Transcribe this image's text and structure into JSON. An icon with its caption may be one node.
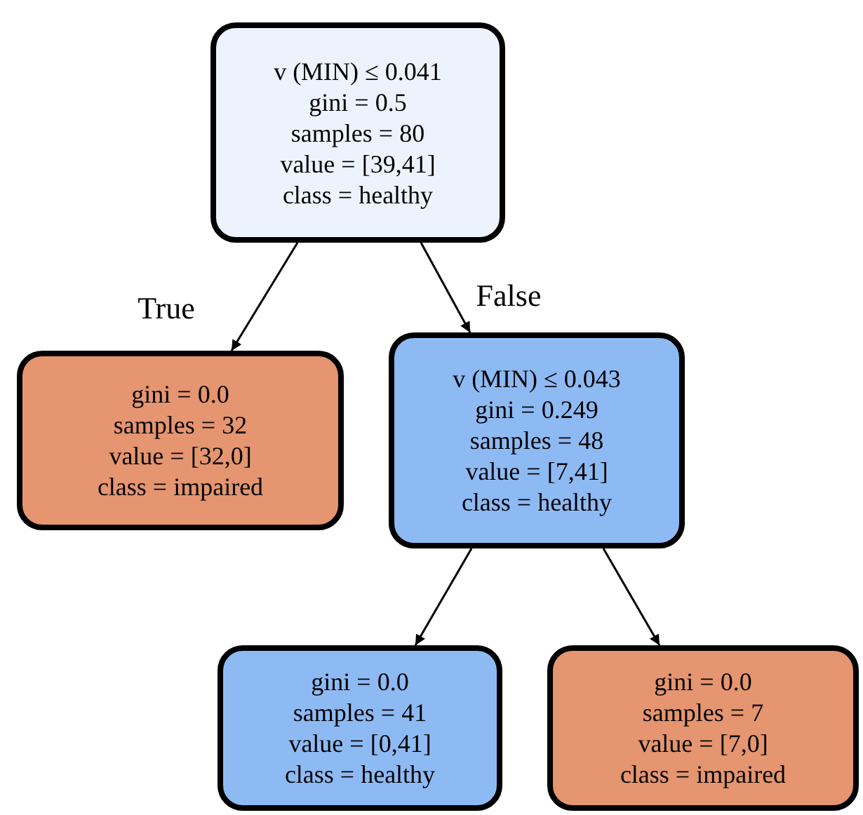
{
  "diagram": {
    "nodes": [
      {
        "text": [
          "v (MIN) ≤ 0.041",
          "gini = 0.5",
          "samples = 80",
          "value = [39,41]",
          "class = healthy"
        ]
      },
      {
        "text": [
          "gini = 0.0",
          "samples = 32",
          "value = [32,0]",
          "class = impaired"
        ]
      },
      {
        "text": [
          "v (MIN) ≤ 0.043",
          "gini = 0.249",
          "samples = 48",
          "value = [7,41]",
          "class = healthy"
        ]
      },
      {
        "text": [
          "gini = 0.0",
          "samples = 41",
          "value = [0,41]",
          "class = healthy"
        ]
      },
      {
        "text": [
          "gini = 0.0",
          "samples = 7",
          "value = [7,0]",
          "class = impaired"
        ]
      }
    ],
    "edges": [
      {
        "from": 0,
        "to": 1,
        "arrow": "to",
        "label": "True"
      },
      {
        "from": 0,
        "to": 2,
        "arrow": "to",
        "label": "False"
      },
      {
        "from": 2,
        "to": 3,
        "arrow": "to"
      },
      {
        "from": 2,
        "to": 4,
        "arrow": "to"
      }
    ]
  }
}
